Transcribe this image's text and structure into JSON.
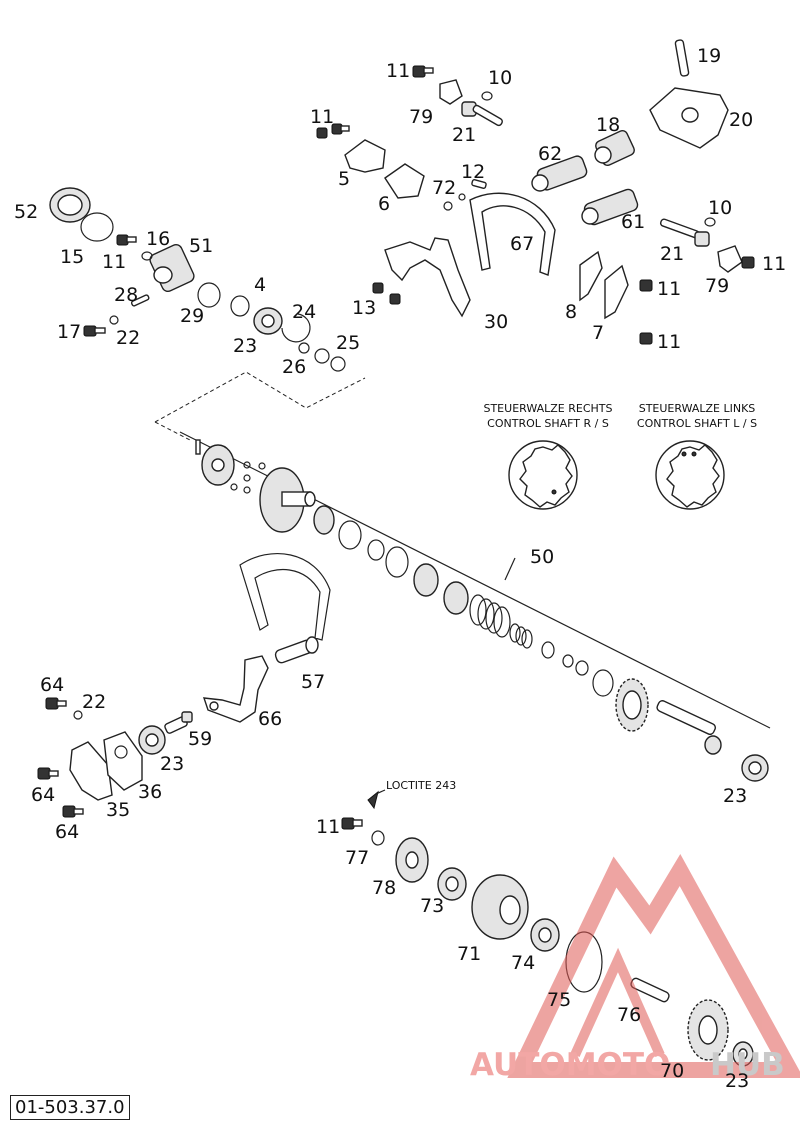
{
  "diagram_code": "01-503.37.0",
  "control_shaft_right": [
    "STEUERWALZE RECHTS",
    "CONTROL SHAFT R / S"
  ],
  "control_shaft_left": [
    "STEUERWALZE LINKS",
    "CONTROL SHAFT L / S"
  ],
  "loctite_note": "LOCTITE 243",
  "watermark": {
    "part1": "AUTOMOTO",
    "part2": "HUB",
    "color1": "#f2a7a5",
    "color2": "#c9c9c9"
  },
  "part_labels": [
    "11",
    "10",
    "19",
    "79",
    "21",
    "20",
    "11",
    "5",
    "62",
    "18",
    "6",
    "12",
    "72",
    "67",
    "10",
    "52",
    "16",
    "51",
    "15",
    "11",
    "21",
    "61",
    "79",
    "11",
    "4",
    "13",
    "30",
    "28",
    "29",
    "24",
    "8",
    "11",
    "7",
    "17",
    "22",
    "23",
    "26",
    "25",
    "11",
    "50",
    "64",
    "22",
    "57",
    "66",
    "59",
    "23",
    "36",
    "64",
    "35",
    "64",
    "23",
    "11",
    "77",
    "78",
    "73",
    "71",
    "74",
    "75",
    "76",
    "70",
    "23"
  ]
}
